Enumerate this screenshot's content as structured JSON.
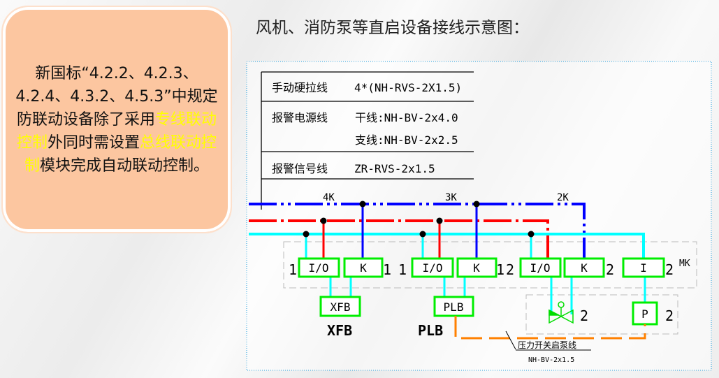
{
  "note": {
    "p1": "新国标“4.2.2、4.2.3、4.2.4、4.3.2、4.5.3”中规定防联动设备除了采用",
    "h1": "专线联动控制",
    "p2": "外同时需设置",
    "h2": "总线联动控制",
    "p3": "模块完成自动联动控制。"
  },
  "title": "风机、消防泵等直启设备接线示意图：",
  "legend": {
    "manual_label": "手动硬拉线",
    "manual_value": "4*(NH-RVS-2X1.5)",
    "power_label": "报警电源线",
    "power_main": "干线:NH-BV-2x4.0",
    "power_branch": "支线:NH-BV-2x2.5",
    "signal_label": "报警信号线",
    "signal_value": "ZR-RVS-2x1.5"
  },
  "wires": {
    "w1": "4K",
    "w2": "3K",
    "w3": "2K"
  },
  "modules": {
    "io": "I/O",
    "k": "K",
    "i": "I",
    "mk": "MK",
    "n1": "1",
    "n2": "2"
  },
  "devices": {
    "xfb": "XFB",
    "plb": "PLB",
    "p": "P"
  },
  "pressure": {
    "label": "压力开关启泵线",
    "cable": "NH-BV-2x1.5"
  },
  "colors": {
    "manual": "#0000ff",
    "power": "#ff0000",
    "signal": "#00ffff",
    "module": "#00ff00",
    "pressure": "#ff8000"
  }
}
